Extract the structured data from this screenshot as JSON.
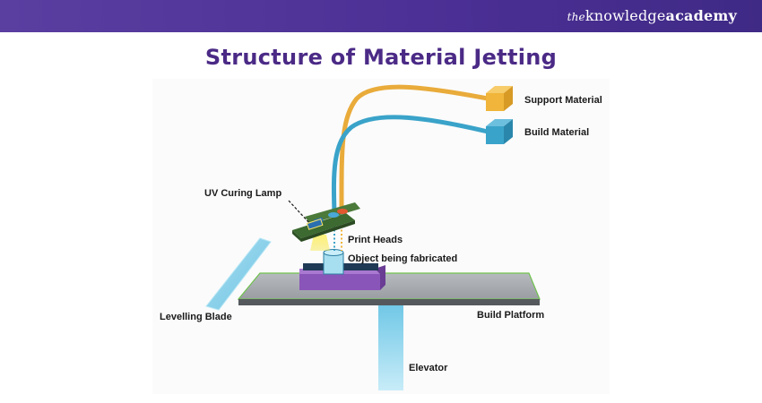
{
  "brand": {
    "prefix": "the",
    "name_plain": "knowledge",
    "name_bold": "academy"
  },
  "title": "Structure of Material Jetting",
  "labels": {
    "support_material": "Support Material",
    "build_material": "Build Material",
    "uv_curing_lamp": "UV Curing Lamp",
    "print_heads": "Print Heads",
    "object_being_fabricated": "Object being fabricated",
    "levelling_blade": "Levelling Blade",
    "build_platform": "Build Platform",
    "elevator": "Elevator"
  },
  "colors": {
    "header": "#4b2f94",
    "title": "#4b2a86",
    "support_material": "#f0b53a",
    "build_material": "#3aa3c9",
    "platform": "#9ea3a8",
    "object_base": "#8a55b8",
    "elevator": "#8fd4ec"
  }
}
